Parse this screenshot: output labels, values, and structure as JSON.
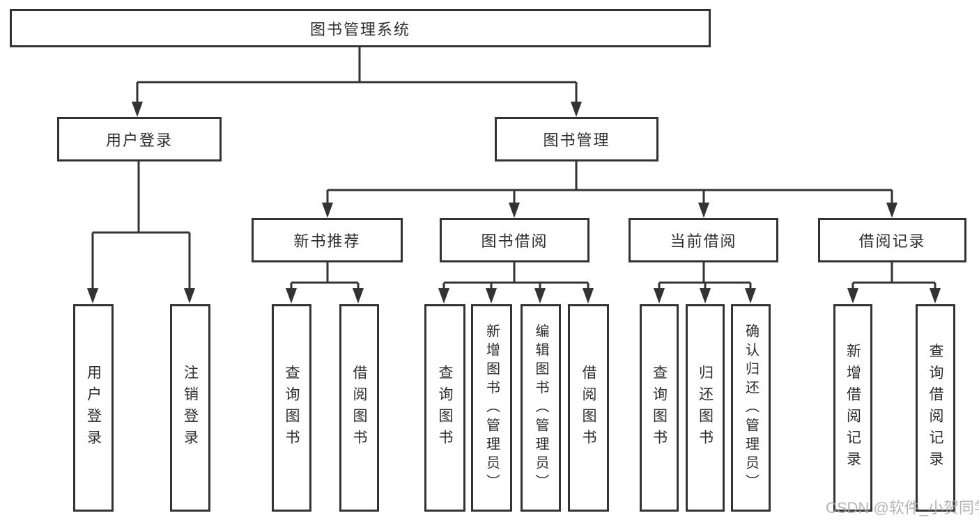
{
  "tree": {
    "label": "图书管理系统",
    "children": [
      {
        "label": "用户登录",
        "children": [
          {
            "label": "用户登录"
          },
          {
            "label": "注销登录"
          }
        ]
      },
      {
        "label": "图书管理",
        "children": [
          {
            "label": "新书推荐",
            "children": [
              {
                "label": "查询图书"
              },
              {
                "label": "借阅图书"
              }
            ]
          },
          {
            "label": "图书借阅",
            "children": [
              {
                "label": "查询图书"
              },
              {
                "label": "新增图书（管理员）"
              },
              {
                "label": "编辑图书（管理员）"
              },
              {
                "label": "借阅图书"
              }
            ]
          },
          {
            "label": "当前借阅",
            "children": [
              {
                "label": "查询图书"
              },
              {
                "label": "归还图书"
              },
              {
                "label": "确认归还（管理员）"
              }
            ]
          },
          {
            "label": "借阅记录",
            "children": [
              {
                "label": "新增借阅记录"
              },
              {
                "label": "查询借阅记录"
              }
            ]
          }
        ]
      }
    ]
  },
  "watermark": {
    "text": "CSDN @软件_小贺同学"
  },
  "colors": {
    "line": "#333333",
    "box_border": "#333333",
    "text": "#2d2d2d",
    "background": "#ffffff",
    "watermark": "#a8a8a8"
  }
}
